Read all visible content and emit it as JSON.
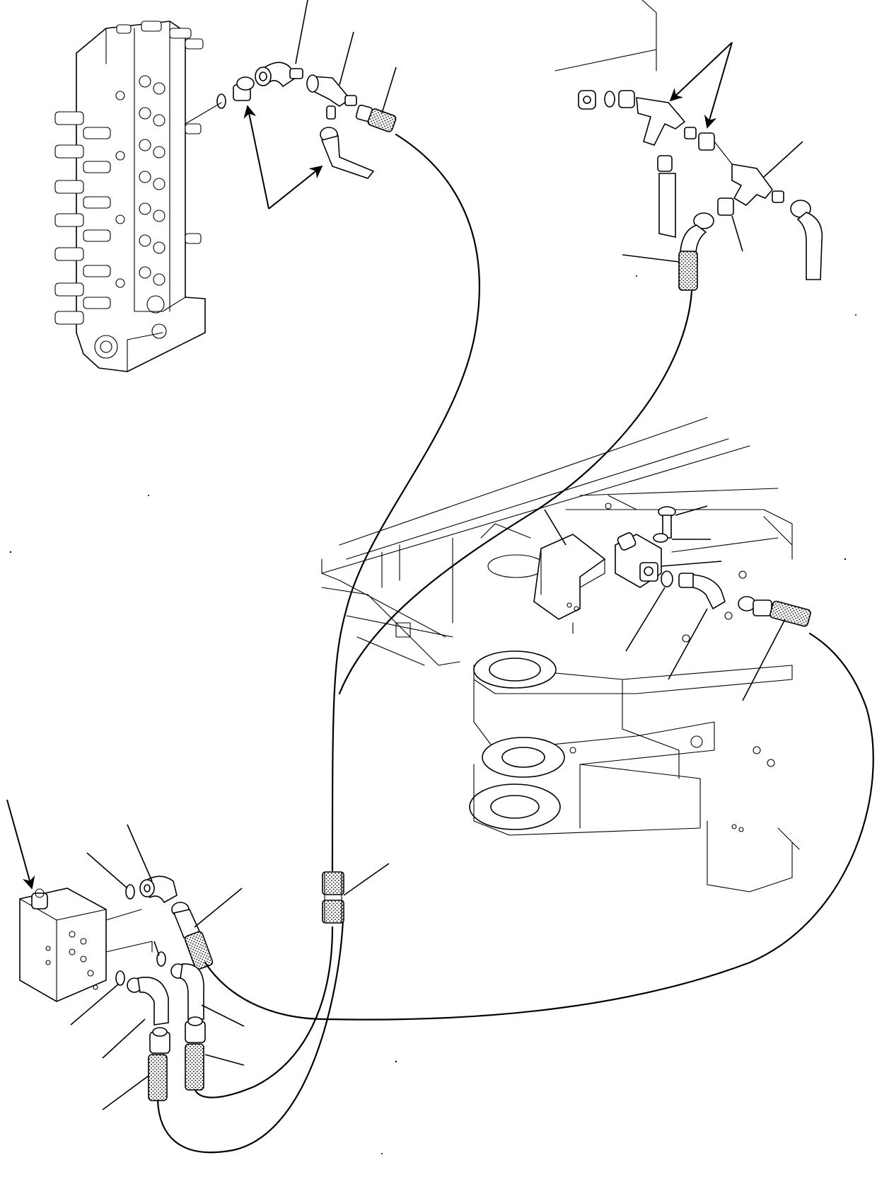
{
  "figure": {
    "type": "exploded hydraulic piping illustration",
    "labels": [],
    "components": [
      "control-valve",
      "elbow-fitting",
      "tee-fitting",
      "adapter",
      "o-ring",
      "hose",
      "hose-protector",
      "solenoid-valve",
      "bracket",
      "bolt",
      "washer",
      "valve-block",
      "revolving-frame",
      "boom-bracket"
    ]
  }
}
